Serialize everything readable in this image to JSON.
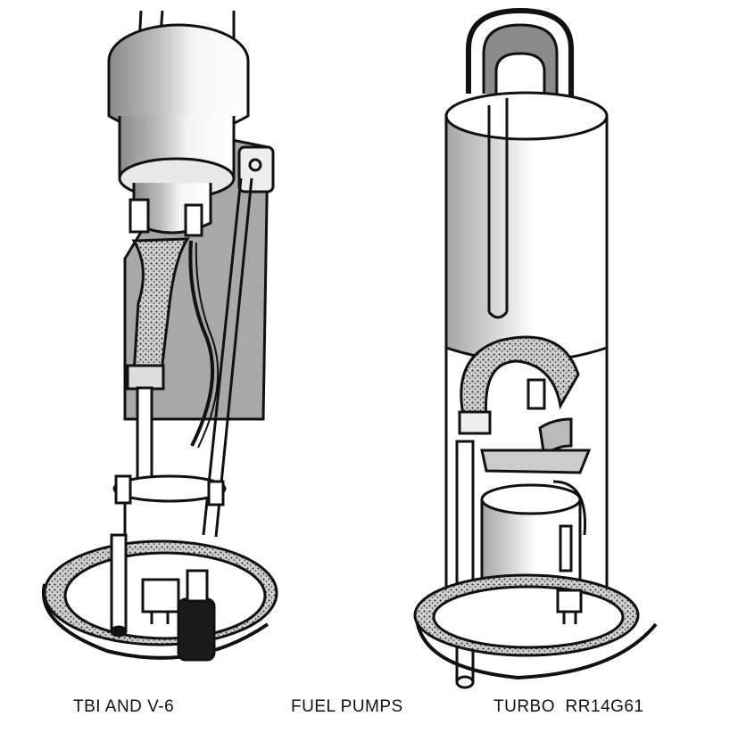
{
  "captions": {
    "left": "TBI AND V-6",
    "center": "FUEL PUMPS",
    "right": "TURBO  RR14G61"
  },
  "colors": {
    "ink": "#111111",
    "paper": "#ffffff",
    "shade": "#9a9a9a",
    "light_shade": "#d0d0d0"
  }
}
